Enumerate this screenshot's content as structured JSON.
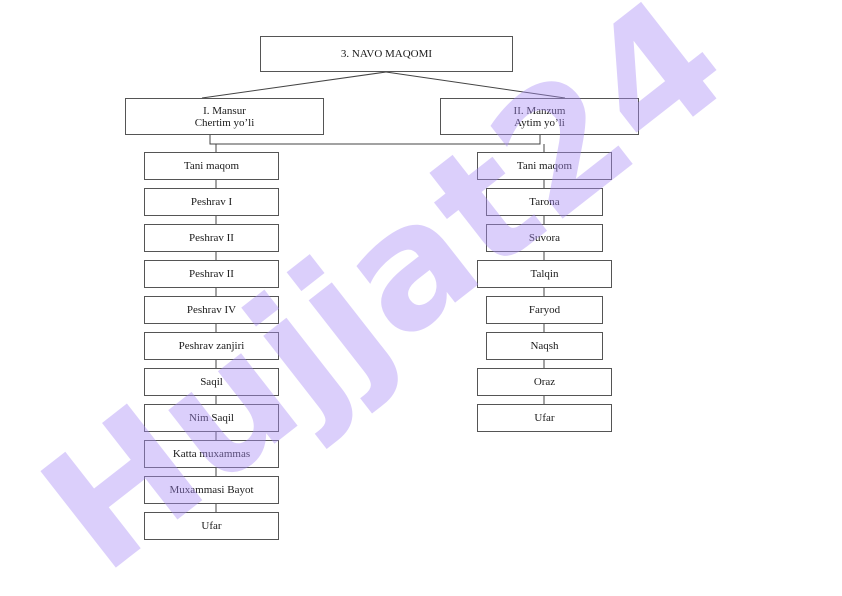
{
  "root": {
    "label": "3. NAVO  MAQOMI"
  },
  "left": {
    "line1": "I. Mansur",
    "line2": "Chertim yo’li",
    "items": [
      "Tani maqom",
      "Peshrav I",
      "Peshrav II",
      "Peshrav II",
      "Peshrav IV",
      "Peshrav zanjiri",
      "Saqil",
      "Nim Saqil",
      "Katta muxammas",
      "Muxammasi Bayot",
      "Ufar"
    ]
  },
  "right": {
    "line1": "II. Manzum",
    "line2": "Aytim yo’li",
    "items": [
      "Tani maqom",
      "Tarona",
      "Suvora",
      "Talqin",
      "Faryod",
      "Naqsh",
      "Oraz",
      "Ufar"
    ]
  },
  "watermark": {
    "text": "Hujjat24",
    "color": "#a98cf5"
  }
}
